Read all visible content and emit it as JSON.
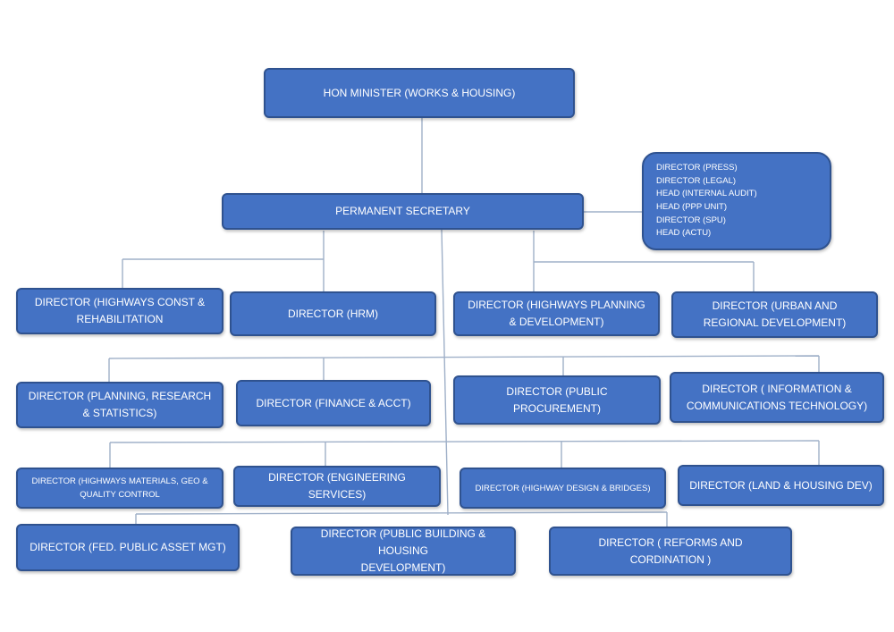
{
  "boxes": {
    "minister": "HON MINISTER (WORKS & HOUSING)",
    "perm_sec": "PERMANENT SECRETARY",
    "staff_units": [
      "DIRECTOR (PRESS)",
      "DIRECTOR  (LEGAL)",
      "HEAD (INTERNAL AUDIT)",
      "HEAD (PPP UNIT)",
      "DIRECTOR (SPU)",
      "HEAD (ACTU)"
    ],
    "row1": [
      "DIRECTOR (HIGHWAYS CONST &\nREHABILITATION",
      "DIRECTOR (HRM)",
      "DIRECTOR (HIGHWAYS PLANNING\n& DEVELOPMENT)",
      "DIRECTOR (URBAN AND\nREGIONAL DEVELOPMENT)"
    ],
    "row2": [
      "DIRECTOR (PLANNING, RESEARCH\n& STATISTICS)",
      "DIRECTOR (FINANCE & ACCT)",
      "DIRECTOR (PUBLIC\nPROCUREMENT)",
      "DIRECTOR ( INFORMATION &\nCOMMUNICATIONS TECHNOLOGY)"
    ],
    "row3": [
      "DIRECTOR (HIGHWAYS MATERIALS, GEO &\nQUALITY CONTROL",
      "DIRECTOR (ENGINEERING SERVICES)",
      "DIRECTOR (HIGHWAY DESIGN & BRIDGES)",
      "DIRECTOR (LAND & HOUSING DEV)"
    ],
    "row4": [
      "DIRECTOR (FED. PUBLIC ASSET MGT)",
      "DIRECTOR (PUBLIC BUILDING & HOUSING\nDEVELOPMENT)",
      "DIRECTOR ( REFORMS AND\nCORDINATION )"
    ]
  },
  "colors": {
    "box_fill": "#4472c4",
    "box_border": "#2f528f",
    "connector": "#9fb0c8",
    "text": "#ffffff"
  }
}
